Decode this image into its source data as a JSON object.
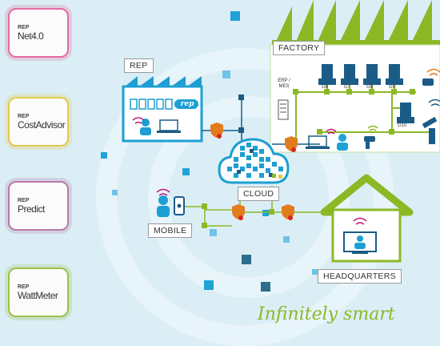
{
  "apps": [
    {
      "rep": "REP",
      "name": "Net4.0",
      "accent": "#e56aa1"
    },
    {
      "rep": "REP",
      "name": "CostAdvisor",
      "accent": "#e6c94a"
    },
    {
      "rep": "REP",
      "name": "Predict",
      "accent": "#b77aa3"
    },
    {
      "rep": "REP",
      "name": "WattMeter",
      "accent": "#9cc04a"
    }
  ],
  "nodes": {
    "rep": "REP",
    "rep_logo": "rep",
    "factory": "FACTORY",
    "cloud": "CLOUD",
    "mobile": "MOBILE",
    "headquarters": "HEADQUARTERS"
  },
  "factory_system": "ERP / MES",
  "machines": [
    "G6",
    "G7",
    "G8",
    "G9",
    "G10"
  ],
  "tagline": "Infinitely smart",
  "colors": {
    "blue": "#1d9fd3",
    "green": "#8cb826",
    "dark": "#1b5c86",
    "orange": "#e27b1e",
    "magenta": "#c2187a"
  }
}
